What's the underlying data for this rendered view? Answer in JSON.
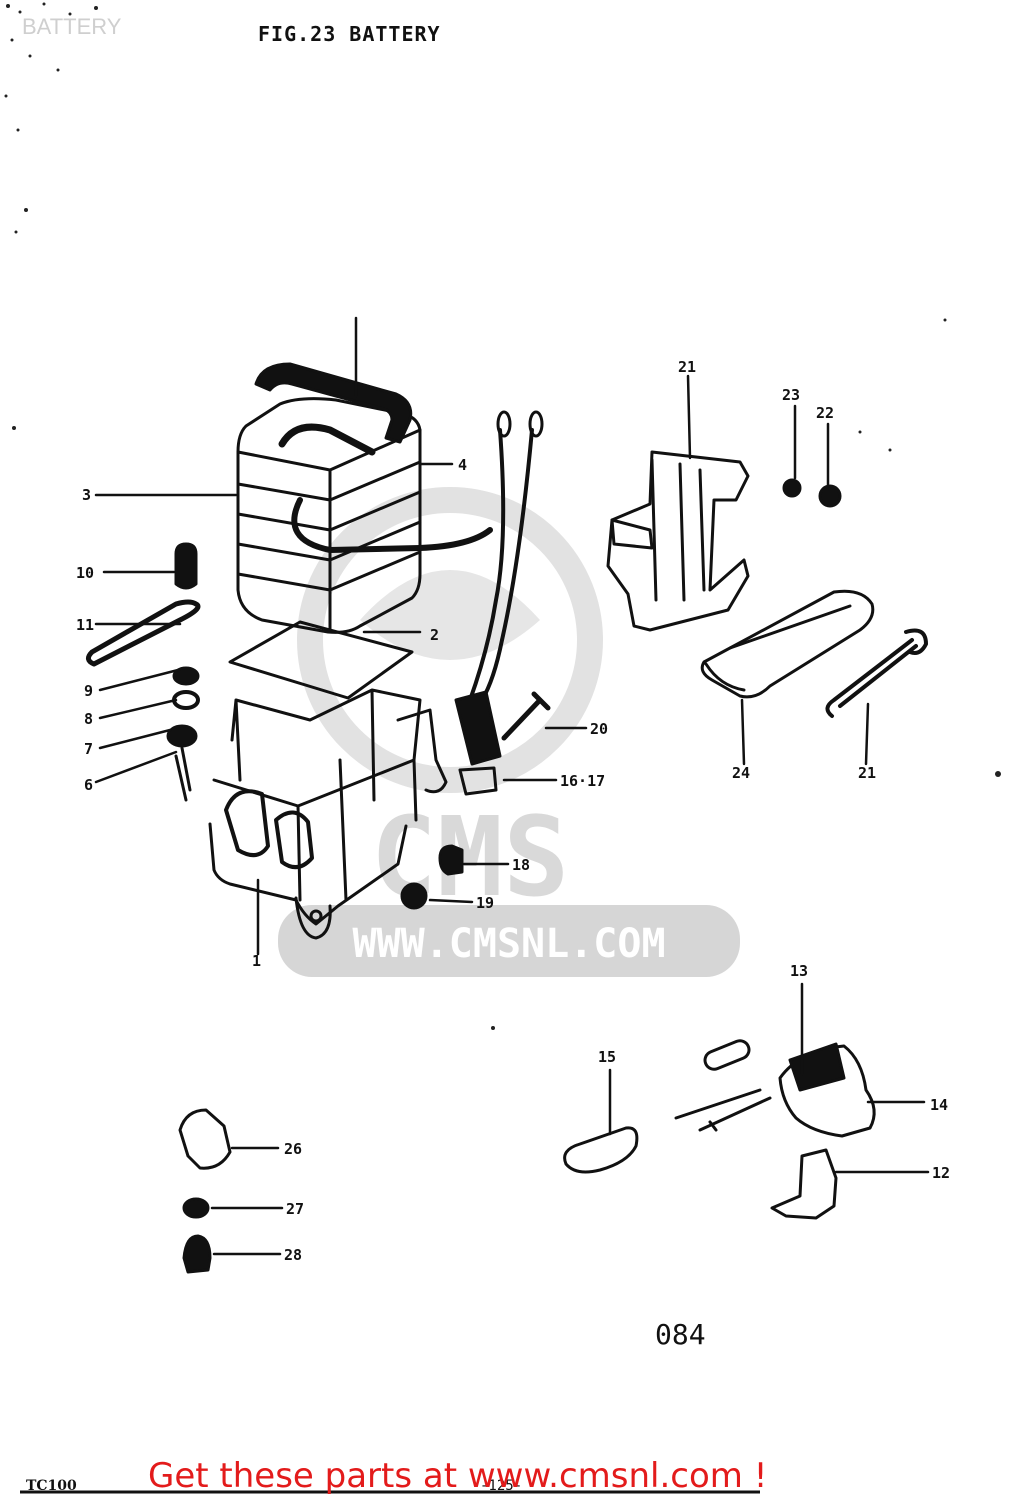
{
  "header": {
    "page_tag": "BATTERY",
    "fig_title": "FIG.23  BATTERY"
  },
  "watermark": {
    "brand": "CMS",
    "url": "WWW.CMSNL.COM"
  },
  "callouts": [
    {
      "id": "1",
      "label": "1"
    },
    {
      "id": "2",
      "label": "2"
    },
    {
      "id": "3",
      "label": "3"
    },
    {
      "id": "4",
      "label": "4"
    },
    {
      "id": "6",
      "label": "6"
    },
    {
      "id": "7",
      "label": "7"
    },
    {
      "id": "8",
      "label": "8"
    },
    {
      "id": "9",
      "label": "9"
    },
    {
      "id": "10",
      "label": "10"
    },
    {
      "id": "11",
      "label": "11"
    },
    {
      "id": "12",
      "label": "12"
    },
    {
      "id": "13",
      "label": "13"
    },
    {
      "id": "14",
      "label": "14"
    },
    {
      "id": "15",
      "label": "15"
    },
    {
      "id": "16-17",
      "label": "16·17"
    },
    {
      "id": "18",
      "label": "18"
    },
    {
      "id": "19",
      "label": "19"
    },
    {
      "id": "20",
      "label": "20"
    },
    {
      "id": "21a",
      "label": "21"
    },
    {
      "id": "21b",
      "label": "21"
    },
    {
      "id": "22",
      "label": "22"
    },
    {
      "id": "23",
      "label": "23"
    },
    {
      "id": "24",
      "label": "24"
    },
    {
      "id": "26",
      "label": "26"
    },
    {
      "id": "27",
      "label": "27"
    },
    {
      "id": "28",
      "label": "28"
    }
  ],
  "footer": {
    "page_number": "084",
    "model_code": "TC100",
    "sheet_number": "-125-",
    "promo_link": "Get these parts at www.cmsnl.com !"
  },
  "colors": {
    "ink": "#111111",
    "promo": "#e31b1b",
    "watermark": "#dcdcdc"
  }
}
